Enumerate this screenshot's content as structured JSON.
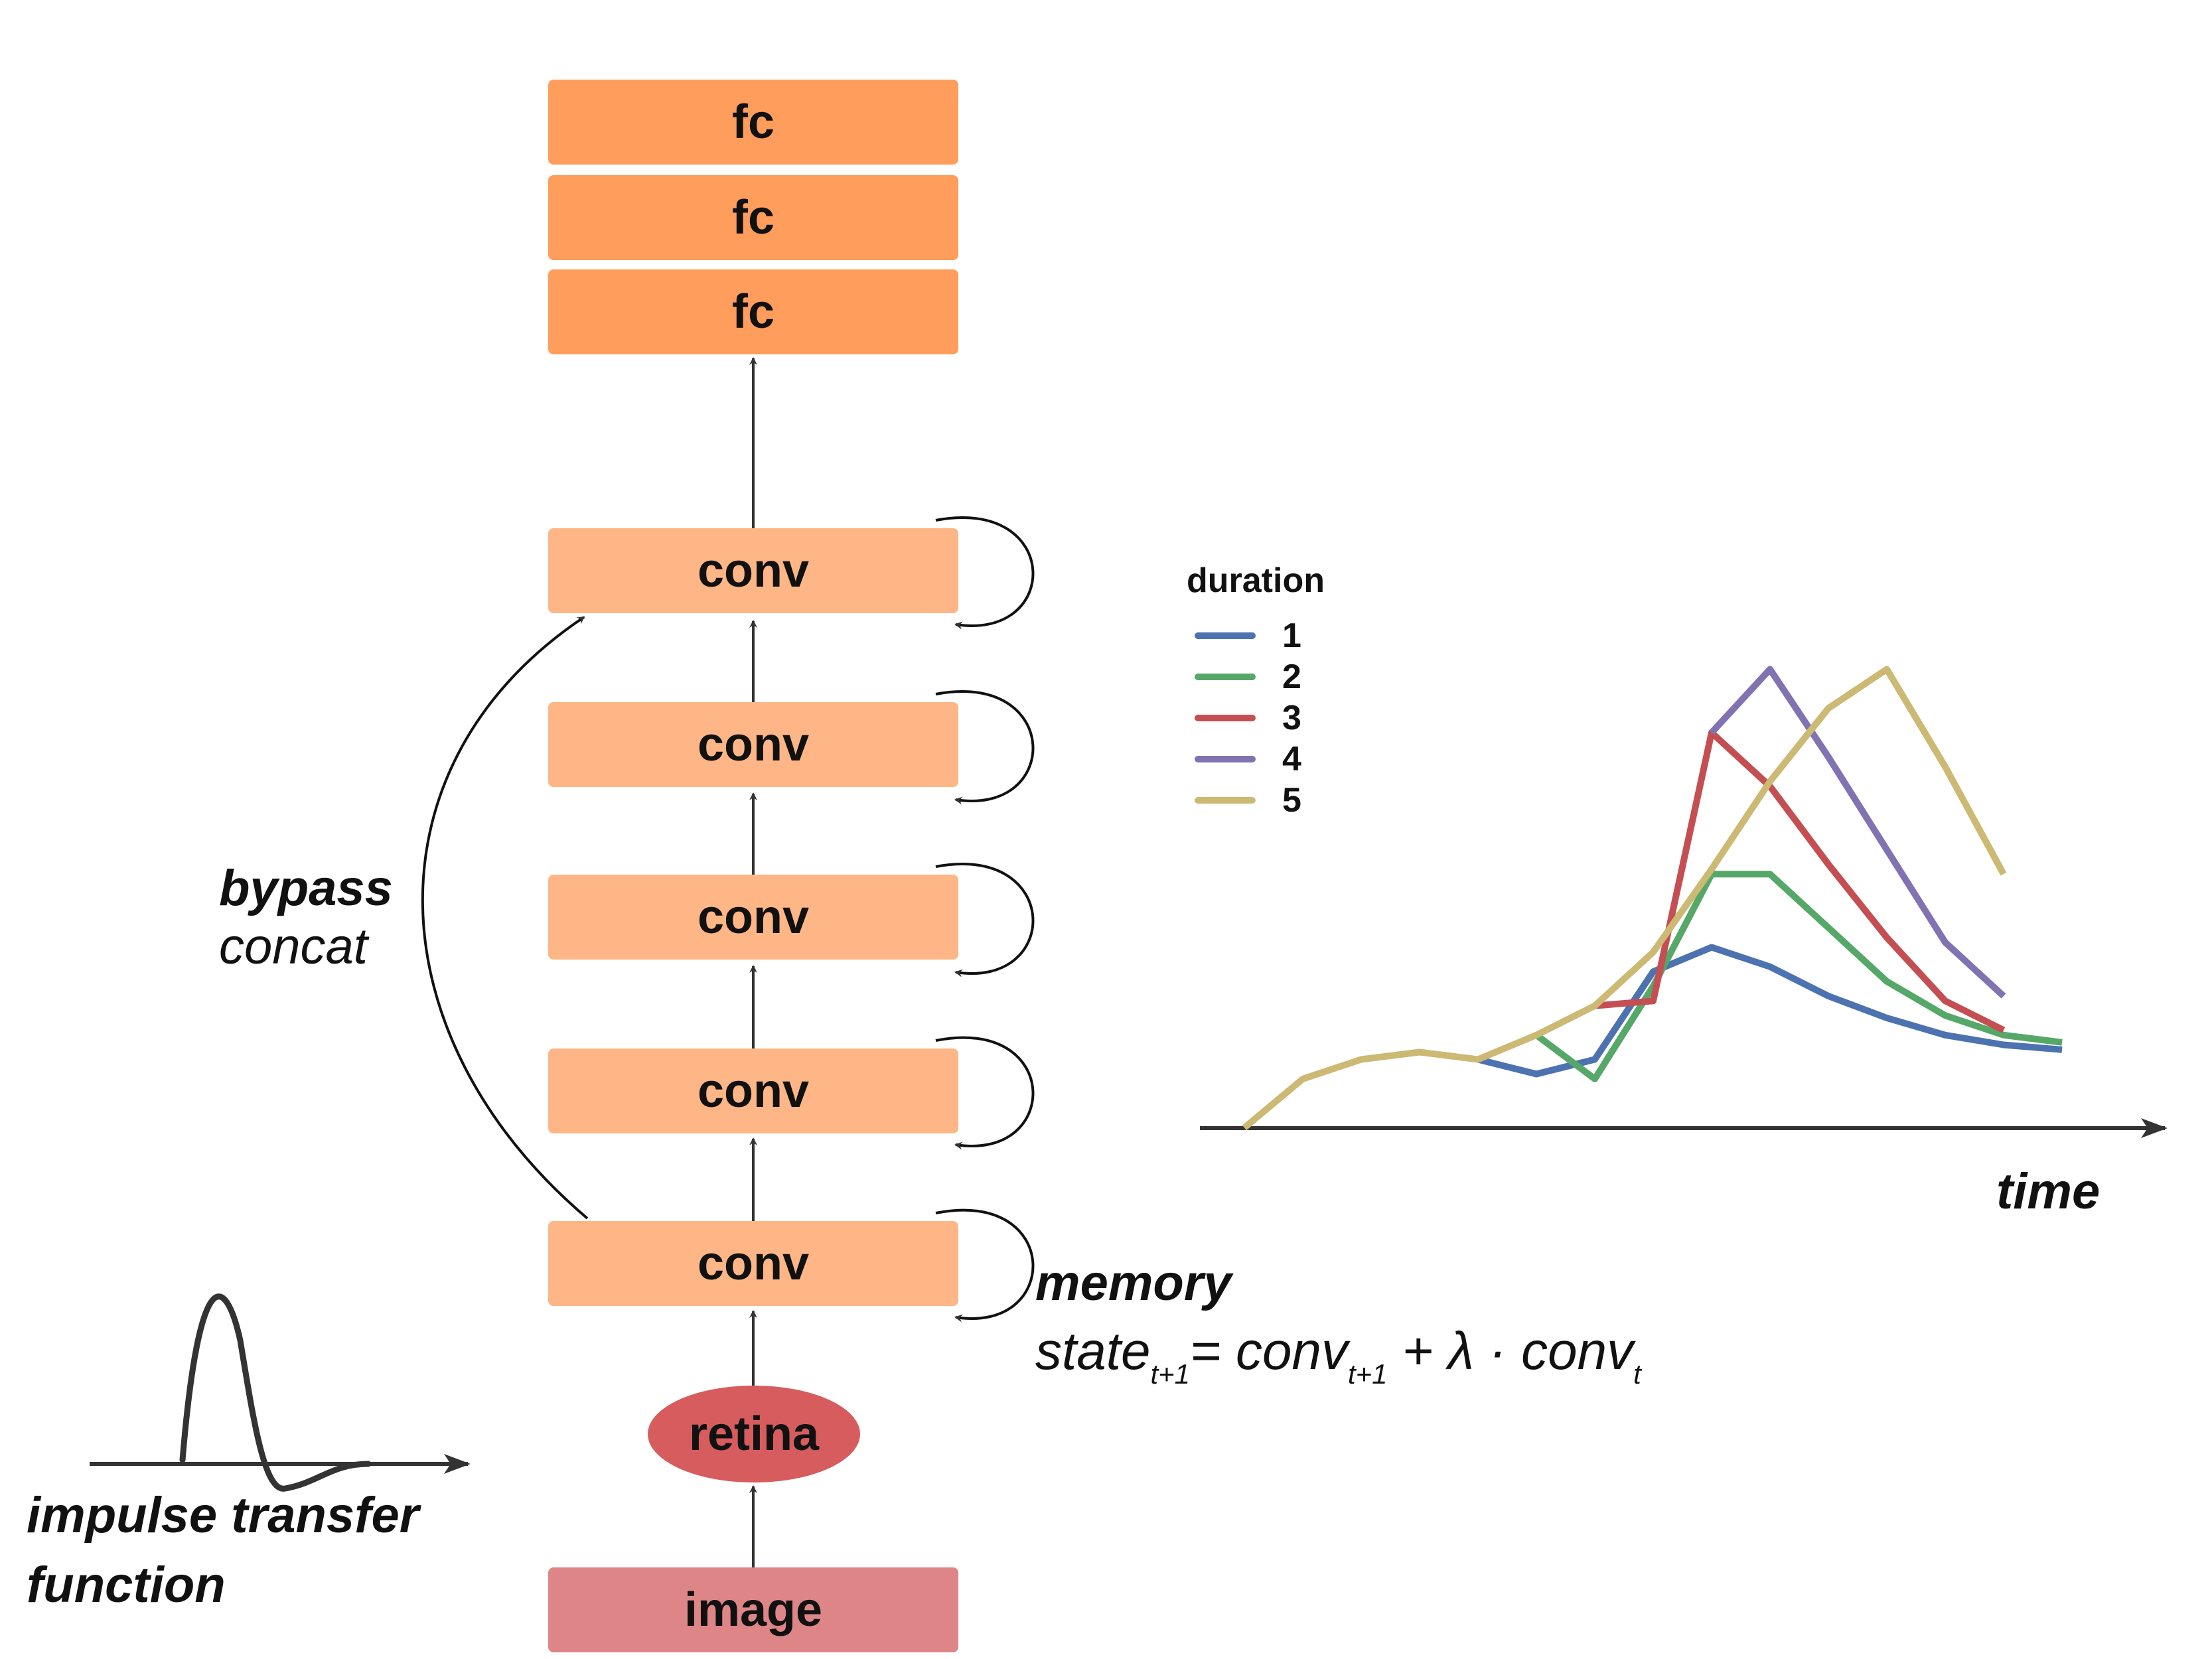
{
  "network": {
    "fc_layers": [
      "fc",
      "fc",
      "fc"
    ],
    "conv_layers": [
      "conv",
      "conv",
      "conv",
      "conv",
      "conv"
    ],
    "retina": "retina",
    "image": "image"
  },
  "labels": {
    "bypass": "bypass",
    "concat": "concat",
    "memory": "memory",
    "impulse_line1": "impulse transfer",
    "impulse_line2": "function",
    "time": "time"
  },
  "formula": {
    "state": "state",
    "state_sub": "t+1",
    "equals": "= ",
    "conv1": "conv",
    "conv1_sub": "t+1",
    "plus_lambda": " + λ · ",
    "conv2": "conv",
    "conv2_sub": "t"
  },
  "colors": {
    "fc": "#ff9d5c",
    "conv": "#ffb686",
    "retina": "#d65c5d",
    "image": "#de8687"
  },
  "chart_data": {
    "type": "line",
    "legend_title": "duration",
    "x": [
      0,
      1,
      2,
      3,
      4,
      5,
      6,
      7,
      8,
      9,
      10,
      11,
      12,
      13,
      14
    ],
    "series": [
      {
        "name": "1",
        "color": "#4c72b0",
        "values": [
          null,
          null,
          null,
          null,
          1.0,
          0.7,
          1.0,
          2.8,
          3.3,
          2.9,
          2.3,
          1.85,
          1.5,
          1.3,
          1.2
        ]
      },
      {
        "name": "2",
        "color": "#55a868",
        "values": [
          null,
          null,
          null,
          null,
          null,
          1.5,
          0.6,
          2.5,
          4.8,
          4.8,
          3.7,
          2.6,
          1.9,
          1.5,
          1.35
        ]
      },
      {
        "name": "3",
        "color": "#c44e52",
        "values": [
          null,
          null,
          null,
          null,
          null,
          null,
          2.1,
          2.2,
          7.7,
          6.6,
          5.0,
          3.5,
          2.2,
          1.6
        ]
      },
      {
        "name": "4",
        "color": "#8172b2",
        "values": [
          null,
          null,
          null,
          null,
          null,
          null,
          null,
          null,
          7.7,
          9.0,
          7.2,
          5.3,
          3.4,
          2.3
        ]
      },
      {
        "name": "5",
        "color": "#ccb974",
        "values": [
          -0.4,
          0.6,
          1.0,
          1.15,
          1.0,
          1.5,
          2.1,
          3.2,
          4.9,
          6.7,
          8.2,
          9.0,
          7.0,
          4.8
        ]
      }
    ],
    "xlabel": "time",
    "ylabel": "",
    "ylim": [
      -0.5,
      10
    ]
  }
}
